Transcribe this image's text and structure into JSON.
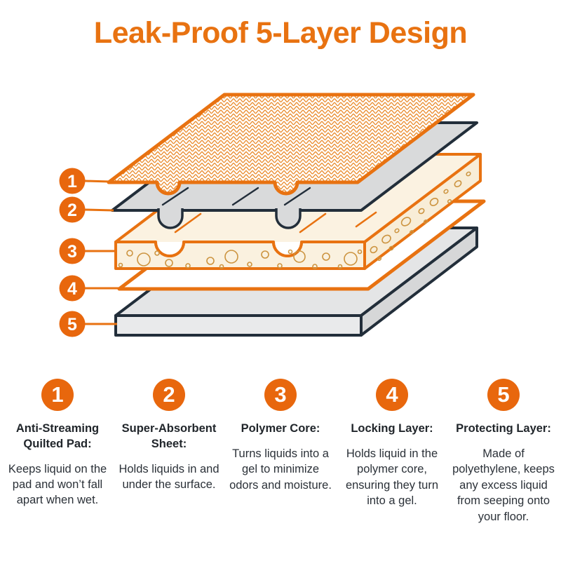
{
  "title": "Leak-Proof 5-Layer Design",
  "colors": {
    "accent_orange": "#E87211",
    "badge_orange": "#E8670D",
    "outline_navy": "#222E3A",
    "sheet_gray": "#D9DADB",
    "core_cream": "#FAF1DF",
    "bubble_outline": "#CC9440",
    "text_dark": "#2B3138",
    "background": "#FFFFFF"
  },
  "layers": [
    {
      "number": "1",
      "heading": "Anti-Streaming Quilted Pad:",
      "description": "Keeps liquid on the pad and won’t fall apart when wet."
    },
    {
      "number": "2",
      "heading": "Super-Absorbent Sheet:",
      "description": "Holds liquids in and under the surface."
    },
    {
      "number": "3",
      "heading": "Polymer Core:",
      "description": "Turns liquids into a gel to minimize odors and moisture."
    },
    {
      "number": "4",
      "heading": "Locking Layer:",
      "description": "Holds liquid in the polymer core, ensuring they turn into a gel."
    },
    {
      "number": "5",
      "heading": "Protecting Layer:",
      "description": "Made of polyethylene, keeps any excess liquid from seeping onto your floor."
    }
  ]
}
